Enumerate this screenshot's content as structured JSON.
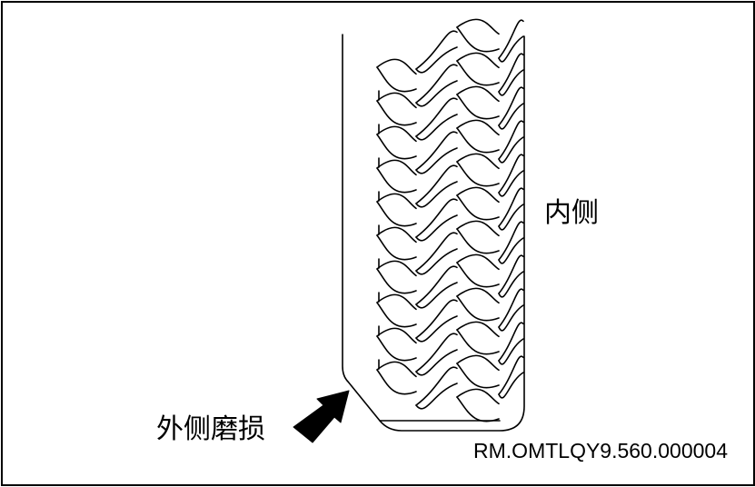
{
  "labels": {
    "inner_side": "内侧",
    "outer_wear": "外侧磨损",
    "figure_code": "RM.OMTLQY9.560.000004"
  },
  "icons": {
    "wear_indicator": "arrow-icon"
  },
  "colors": {
    "line": "#000000",
    "background": "#ffffff"
  }
}
